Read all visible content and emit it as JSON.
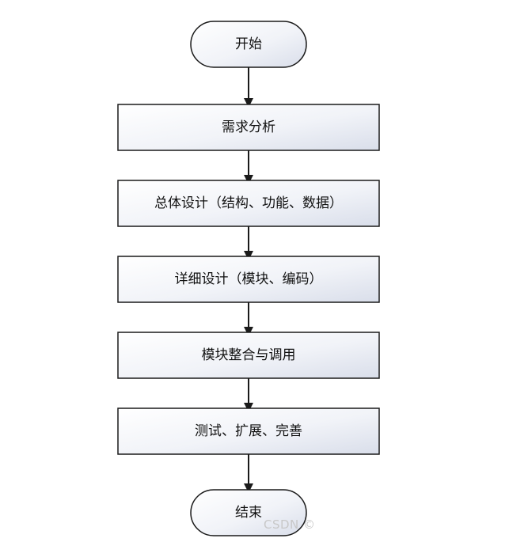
{
  "flowchart": {
    "start": "开始",
    "steps": [
      "需求分析",
      "总体设计（结构、功能、数据）",
      "详细设计（模块、编码）",
      "模块整合与调用",
      "测试、扩展、完善"
    ],
    "end": "结束"
  },
  "watermark": "CSDN ©",
  "colors": {
    "border": "#1a1a1a",
    "fill_light": "#ffffff",
    "fill_dark": "#dfe3ec",
    "arrow": "#1a1a1a"
  }
}
